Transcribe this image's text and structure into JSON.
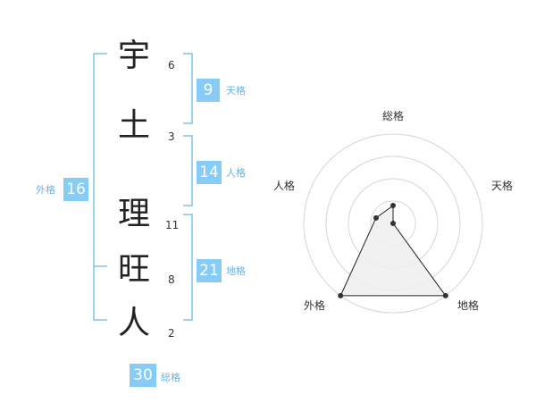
{
  "name": {
    "characters": [
      {
        "char": "宇",
        "strokes": "6"
      },
      {
        "char": "土",
        "strokes": "3"
      },
      {
        "char": "理",
        "strokes": "11"
      },
      {
        "char": "旺",
        "strokes": "8"
      },
      {
        "char": "人",
        "strokes": "2"
      }
    ]
  },
  "fortunes": {
    "tenkaku": {
      "value": "9",
      "label": "天格"
    },
    "jinkaku": {
      "value": "14",
      "label": "人格"
    },
    "chikaku": {
      "value": "21",
      "label": "地格"
    },
    "gaikaku": {
      "value": "16",
      "label": "外格"
    },
    "soukaku": {
      "value": "30",
      "label": "総格"
    }
  },
  "colors": {
    "accent": "#86ccf6",
    "bracket": "#7cc4f0",
    "label": "#69b4e8",
    "radar_fill": "#efefef",
    "radar_line": "#222222",
    "ring": "#d6d6d6"
  },
  "chart_data": {
    "type": "radar",
    "axes": [
      "総格",
      "天格",
      "地格",
      "外格",
      "人格"
    ],
    "values": [
      1,
      0,
      5,
      5,
      1
    ],
    "rmax": 5,
    "rings": 4
  }
}
